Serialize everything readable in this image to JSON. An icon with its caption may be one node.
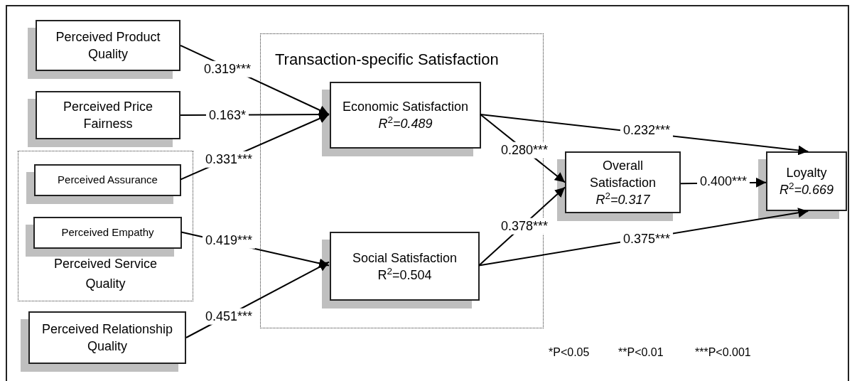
{
  "diagram": {
    "nodes": [
      {
        "text": [
          "Perceived Product Quality"
        ]
      },
      {
        "text": [
          "Perceived Price Fairness"
        ]
      },
      {
        "text": [
          "Perceived Service Quality"
        ]
      },
      {
        "text": [
          "Perceived Assurance"
        ],
        "in": 2
      },
      {
        "text": [
          "Perceived Empathy"
        ],
        "in": 2
      },
      {
        "text": [
          "Perceived Relationship Quality"
        ]
      },
      {
        "text": [
          "Transaction-specific Satisfaction"
        ]
      },
      {
        "text": [
          "Economic Satisfaction",
          "*R*$^{2}$*=0.489*"
        ],
        "in": 6
      },
      {
        "text": [
          "Social Satisfaction",
          "R$^{2}$=0.504"
        ],
        "in": 6
      },
      {
        "text": [
          "Overall Satisfaction",
          "*R*$^{2}$*=0.317*"
        ]
      },
      {
        "text": [
          "Loyalty",
          "*R*$^{2}$*=0.669*"
        ]
      }
    ],
    "edges": [
      {
        "from": 0,
        "to": 7,
        "arrow": "to",
        "label": "0.319***"
      },
      {
        "from": 1,
        "to": 7,
        "arrow": "to",
        "label": "0.163*"
      },
      {
        "from": 3,
        "to": 7,
        "arrow": "to",
        "label": "0.331***"
      },
      {
        "from": 4,
        "to": 8,
        "arrow": "to",
        "label": "0.419***"
      },
      {
        "from": 5,
        "to": 8,
        "arrow": "to",
        "label": "0.451***"
      },
      {
        "from": 7,
        "to": 10,
        "arrow": "to",
        "label": "0.232***"
      },
      {
        "from": 7,
        "to": 9,
        "arrow": "to",
        "label": "0.280***"
      },
      {
        "from": 8,
        "to": 9,
        "arrow": "to",
        "label": "0.378***"
      },
      {
        "from": 9,
        "to": 10,
        "arrow": "to",
        "label": "0.400***"
      },
      {
        "from": 8,
        "to": 10,
        "arrow": "to",
        "label": "0.375***"
      }
    ],
    "labels": [
      "*P<0.05",
      "**P<0.01",
      "***P<0.001"
    ]
  }
}
